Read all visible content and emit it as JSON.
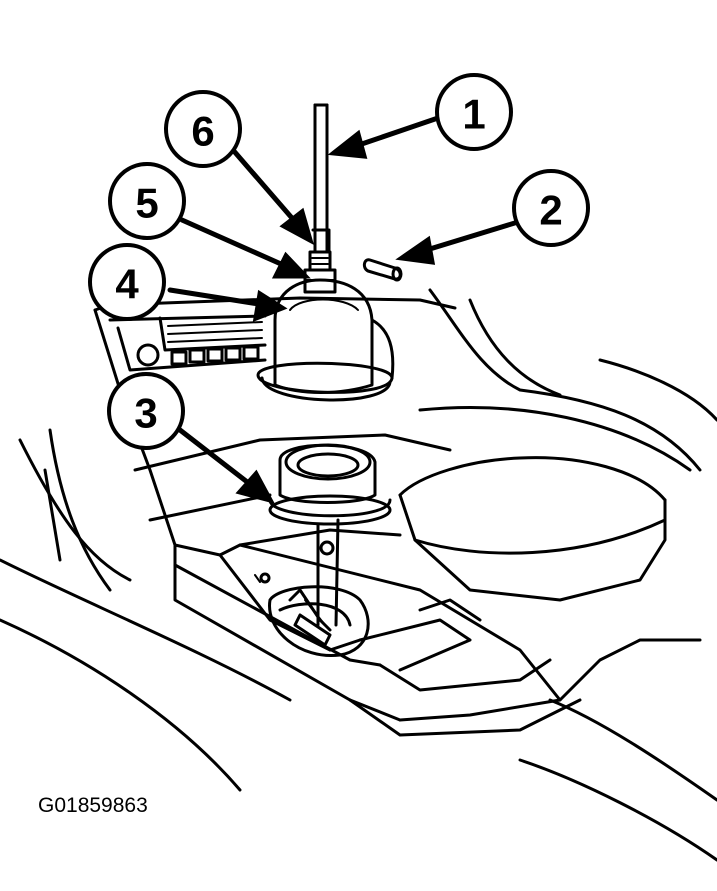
{
  "figure": {
    "code": "G01859863"
  },
  "callouts": [
    {
      "id": "1",
      "label": "1"
    },
    {
      "id": "2",
      "label": "2"
    },
    {
      "id": "3",
      "label": "3"
    },
    {
      "id": "4",
      "label": "4"
    },
    {
      "id": "5",
      "label": "5"
    },
    {
      "id": "6",
      "label": "6"
    }
  ],
  "colors": {
    "ink": "#000000",
    "paper": "#ffffff"
  }
}
